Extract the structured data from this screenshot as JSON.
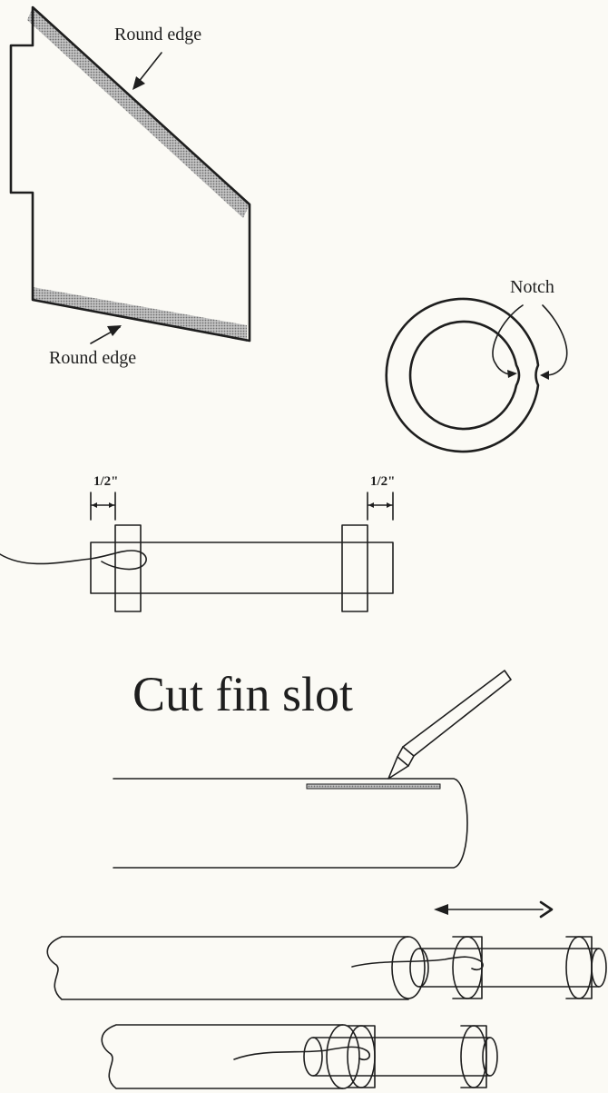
{
  "fin": {
    "top_label": "Round edge",
    "bottom_label": "Round edge"
  },
  "ring": {
    "label": "Notch"
  },
  "tube": {
    "left_dim": "1/2\"",
    "right_dim": "1/2\""
  },
  "slot": {
    "title": "Cut fin slot"
  },
  "colors": {
    "ink": "#1e1e1e",
    "paper": "#fbfaf5",
    "shading": "#9a9a9a"
  }
}
